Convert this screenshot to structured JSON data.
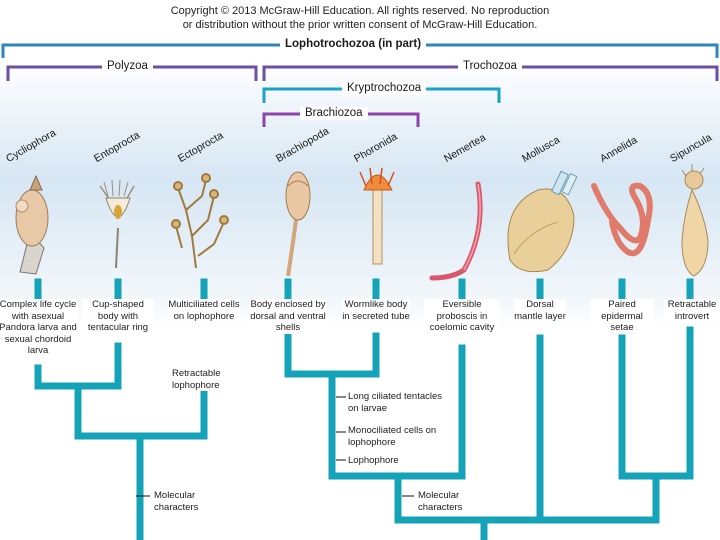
{
  "copyright": {
    "line1": "Copyright © 2013 McGraw-Hill Education.  All rights reserved. No reproduction",
    "line2": "or distribution without the prior written consent of McGraw-Hill Education."
  },
  "brackets": {
    "lophotrochozoa": "Lophotrochozoa (in part)",
    "polyzoa": "Polyzoa",
    "trochozoa": "Trochozoa",
    "kryptrochozoa": "Kryptrochozoa",
    "brachiozoa": "Brachiozoa"
  },
  "taxa": [
    {
      "name": "Cycliophora",
      "trait": "Complex life cycle with asexual Pandora larva and sexual chordoid larva"
    },
    {
      "name": "Entoprocta",
      "trait": "Cup-shaped body with tentacular ring"
    },
    {
      "name": "Ectoprocta",
      "trait": "Multiciliated cells on lophophore"
    },
    {
      "name": "Brachiopoda",
      "trait": "Body enclosed by dorsal and ventral shells"
    },
    {
      "name": "Phoronida",
      "trait": "Wormlike body in secreted tube"
    },
    {
      "name": "Nemertea",
      "trait": "Eversible proboscis in coelomic cavity"
    },
    {
      "name": "Mollusca",
      "trait": "Dorsal mantle layer"
    },
    {
      "name": "Annelida",
      "trait": "Paired epidermal setae"
    },
    {
      "name": "Sipuncula",
      "trait": "Retractable introvert"
    }
  ],
  "node_traits": {
    "retractable_lophophore": "Retractable lophophore",
    "long_ciliated": "Long ciliated tentacles on larvae",
    "monociliated": "Monociliated  cells on lophophore",
    "lophophore": "Lophophore",
    "molecular_left": "Molecular characters",
    "molecular_right": "Molecular characters"
  },
  "colors": {
    "tree": "#14a3b8",
    "lophotrochozoa_bracket": "#2e86c1",
    "polyzoa_bracket": "#6a4fa3",
    "kryptrochozoa_bracket": "#1aa3c9",
    "brachiozoa_bracket": "#8e44ad"
  }
}
